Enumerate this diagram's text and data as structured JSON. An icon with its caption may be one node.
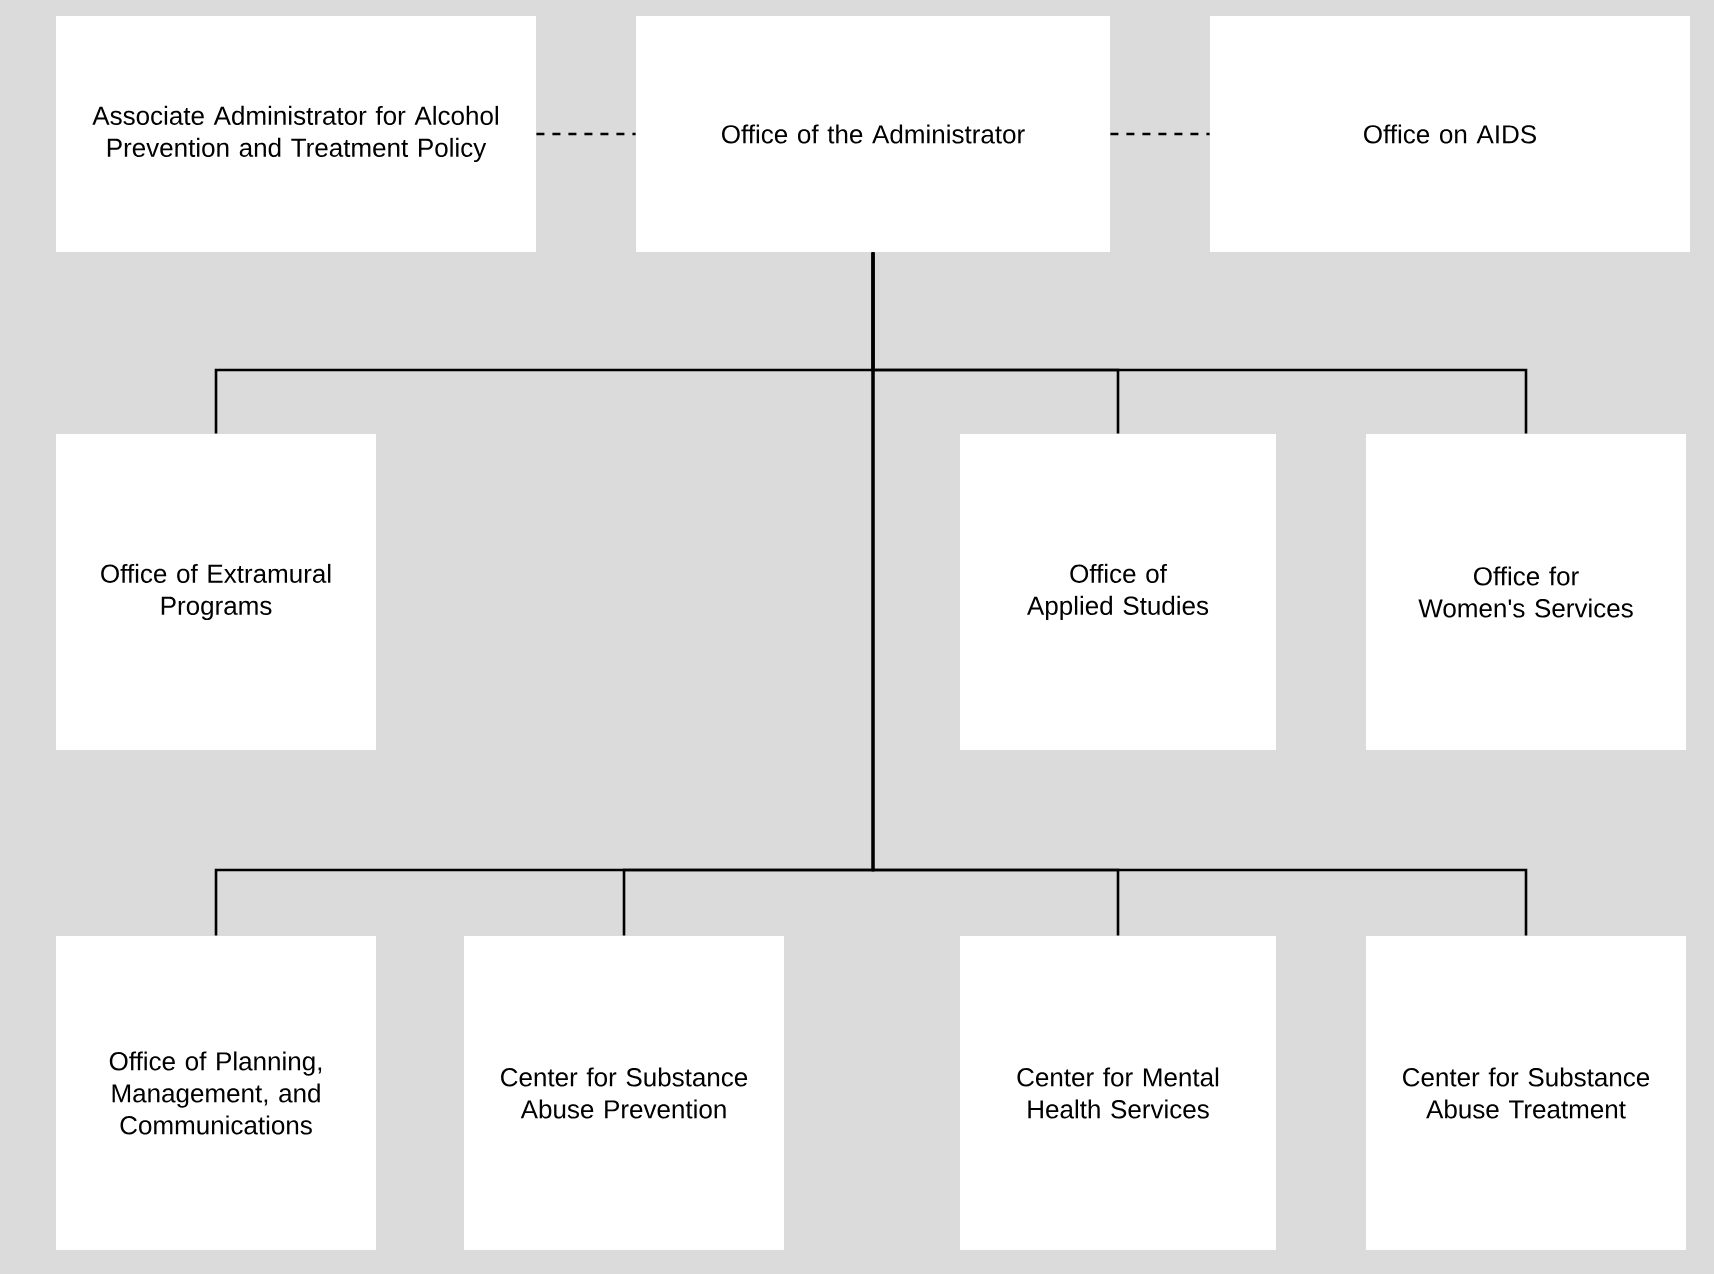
{
  "diagram": {
    "nodes": [
      {
        "text": [
          "Associate Administrator for Alcohol Prevention and Treatment Policy"
        ]
      },
      {
        "text": [
          "Office of the Administrator"
        ]
      },
      {
        "text": [
          "Office on AIDS"
        ]
      },
      {
        "text": [
          "Office of Extramural Programs"
        ]
      },
      {
        "text": [
          "Office of Applied Studies"
        ]
      },
      {
        "text": [
          "Office for Women's Services"
        ]
      },
      {
        "text": [
          "Office of Planning, Management, and Communications"
        ]
      },
      {
        "text": [
          "Center for Substance Abuse Prevention"
        ]
      },
      {
        "text": [
          "Center for Mental Health Services"
        ]
      },
      {
        "text": [
          "Center for Substance Abuse Treatment"
        ]
      }
    ],
    "edges": [
      {
        "from": 0,
        "to": 1,
        "arrow": "none",
        "style": "dashed"
      },
      {
        "from": 1,
        "to": 2,
        "arrow": "none",
        "style": "dashed"
      },
      {
        "from": 1,
        "to": 3,
        "arrow": "none"
      },
      {
        "from": 1,
        "to": 4,
        "arrow": "none"
      },
      {
        "from": 1,
        "to": 5,
        "arrow": "none"
      },
      {
        "from": 1,
        "to": 6,
        "arrow": "none"
      },
      {
        "from": 1,
        "to": 7,
        "arrow": "none"
      },
      {
        "from": 1,
        "to": 8,
        "arrow": "none"
      },
      {
        "from": 1,
        "to": 9,
        "arrow": "none"
      }
    ]
  }
}
